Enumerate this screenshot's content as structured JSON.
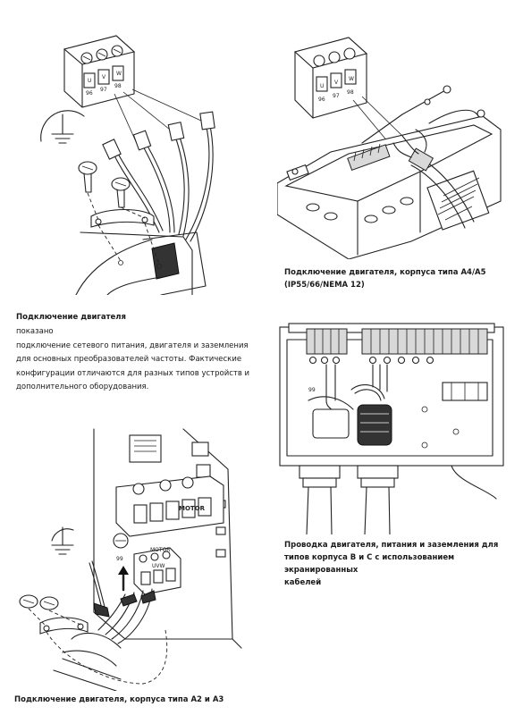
{
  "figures": {
    "motor_connection": {
      "terminal_labels": [
        "96",
        "97",
        "98"
      ],
      "phase_labels": [
        "U",
        "V",
        "W"
      ]
    },
    "a4a5": {
      "terminal_labels": [
        "96",
        "97",
        "98"
      ],
      "phase_labels": [
        "U",
        "V",
        "W"
      ]
    },
    "bc": {
      "terminal_label": "99"
    },
    "a2a3": {
      "motor_label": "MOTOR",
      "motor_label_small": "MOTOR",
      "uvw_label": "UVW",
      "terminal_label": "99"
    }
  },
  "captions": {
    "a4a5_line1": "Подключение двигателя, корпуса типа А4/А5",
    "a4a5_line2": "(IP55/66/NEMA 12)",
    "bc_line1": "Проводка двигателя, питания и заземления для",
    "bc_line2": "типов корпуса B и C с использованием экранированных",
    "bc_line3": "кабелей",
    "a2a3": "Подключение двигателя, корпуса типа А2 и А3"
  },
  "section": {
    "heading": "Подключение двигателя",
    "lines": [
      "показано",
      "подключение сетевого питания, двигателя и заземления",
      "для основных преобразователей частоты. Фактические",
      "конфигурации отличаются для разных типов устройств и",
      "дополнительного оборудования."
    ]
  }
}
